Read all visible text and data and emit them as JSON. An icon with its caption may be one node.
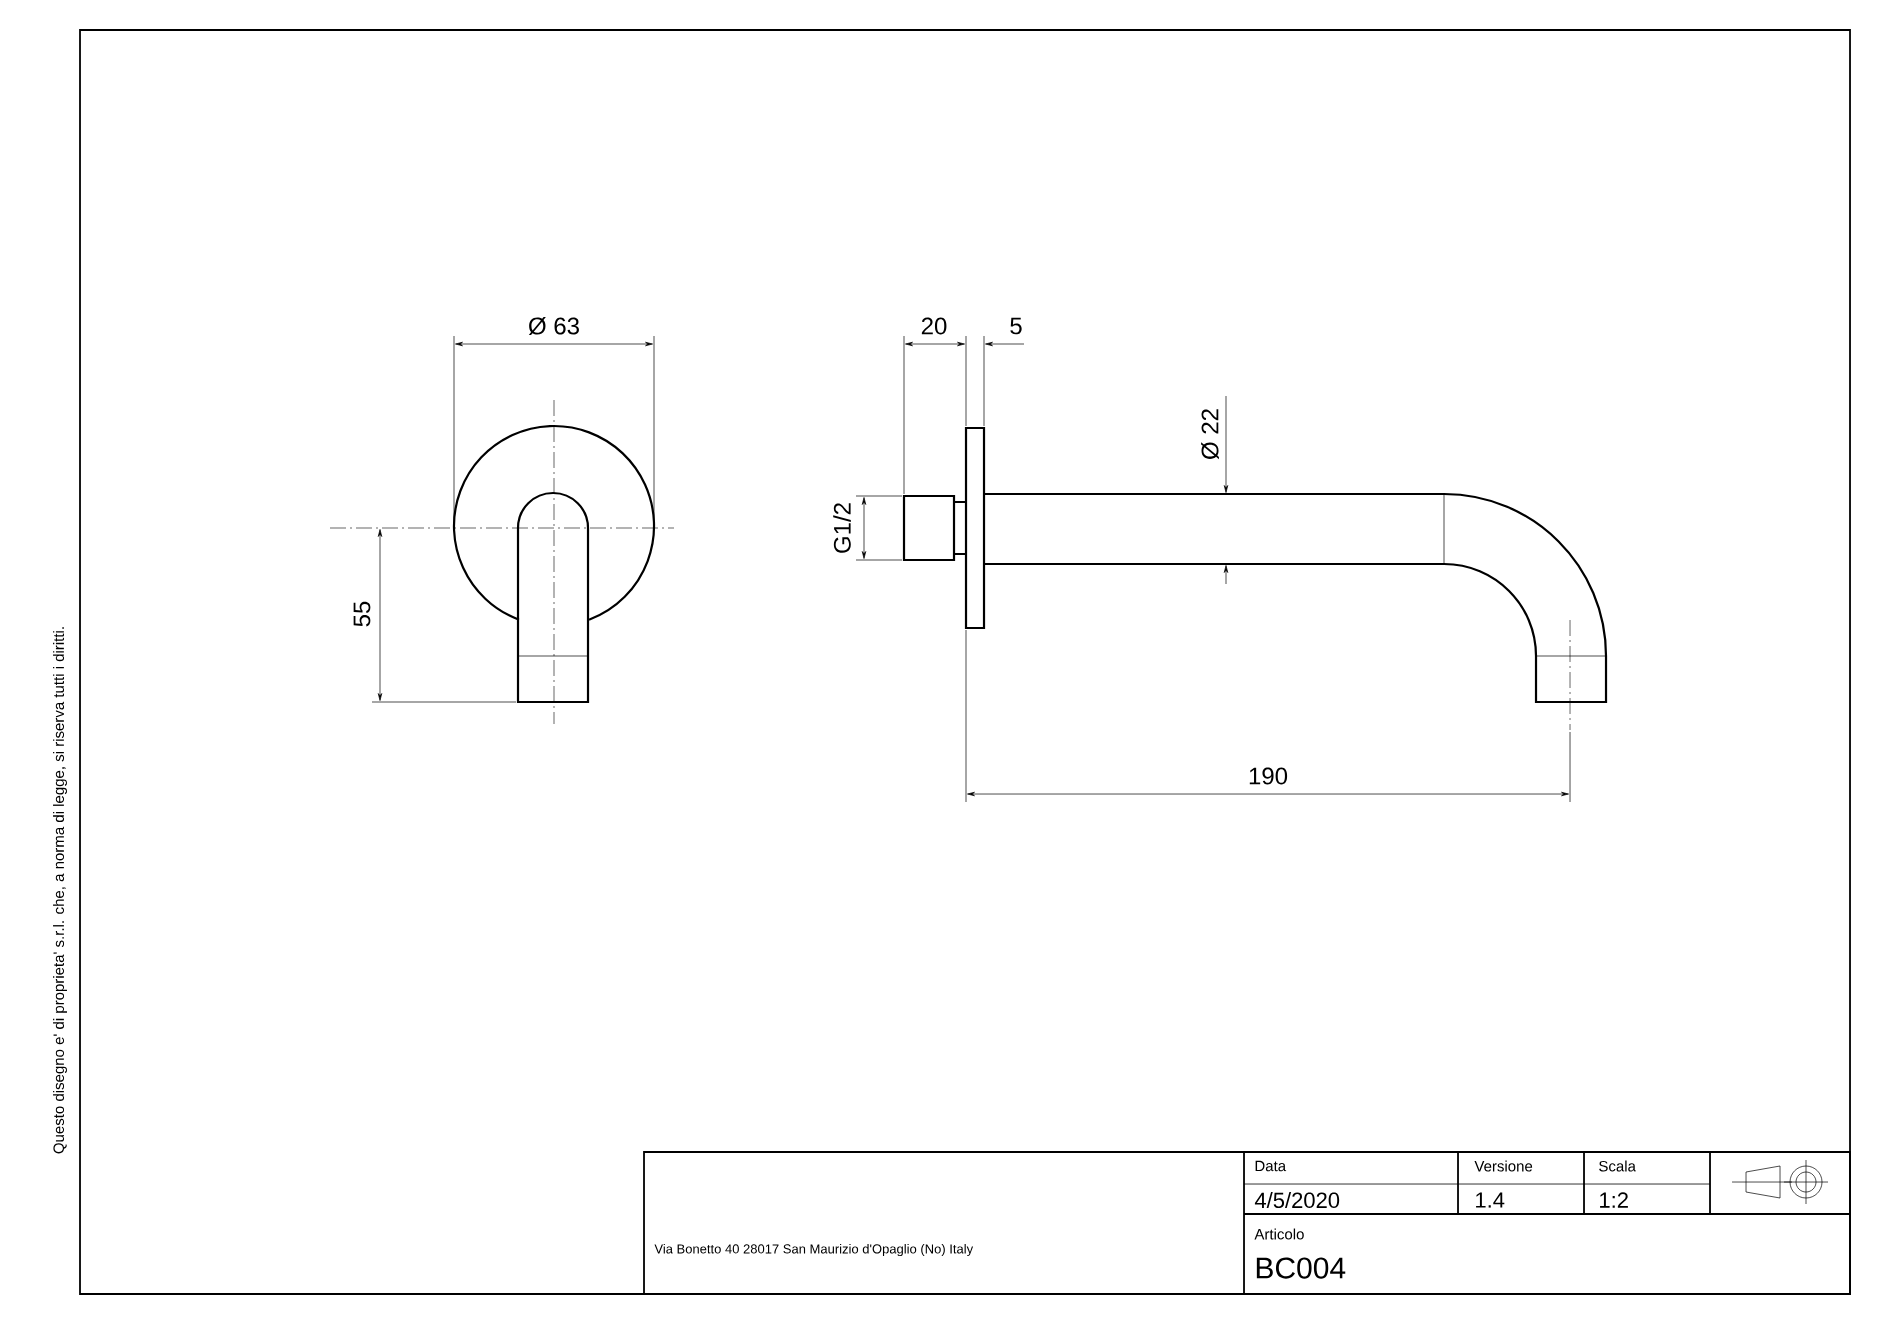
{
  "diagram": {
    "labels": [
      "Ø 63",
      "55",
      "20",
      "5",
      "Ø 22",
      "G1/2",
      "190",
      "Data",
      "4/5/2020",
      "Versione",
      "1.4",
      "Scala",
      "1:2",
      "Articolo",
      "BC004",
      "Via Bonetto 40  28017 San Maurizio d'Opaglio (No) Italy",
      "Questo disegno e' di proprieta' s.r.l. che, a norma di legge, si riserva tutti i diritti."
    ]
  }
}
